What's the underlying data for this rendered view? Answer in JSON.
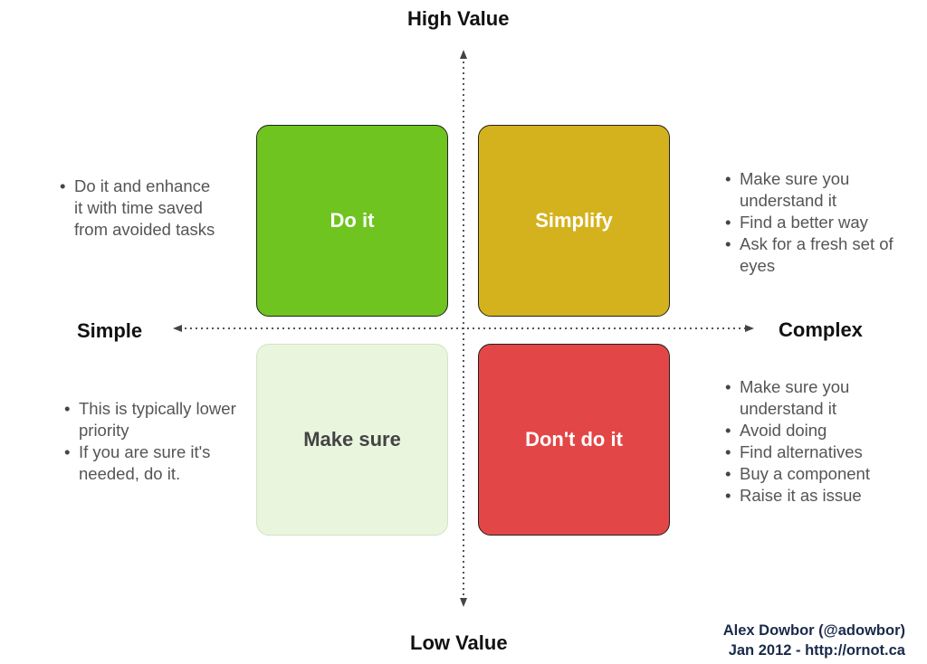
{
  "axes": {
    "top": "High Value",
    "bottom": "Low Value",
    "left": "Simple",
    "right": "Complex"
  },
  "quadrants": [
    {
      "label": "Do it",
      "color": "#6fc41f",
      "notes": [
        "Do it  and enhance it with time saved from avoided tasks"
      ]
    },
    {
      "label": "Simplify",
      "color": "#d4b21e",
      "notes": [
        "Make sure you understand it",
        "Find a better way",
        "Ask for a fresh set of eyes"
      ]
    },
    {
      "label": "Make sure",
      "color": "#eaf5de",
      "notes": [
        "This is typically lower priority",
        "If you are sure it's needed, do it."
      ]
    },
    {
      "label": "Don't do it",
      "color": "#e34646",
      "notes": [
        "Make sure you understand it",
        "Avoid doing",
        "Find alternatives",
        "Buy a component",
        "Raise it as issue"
      ]
    }
  ],
  "credit": {
    "line1": "Alex Dowbor (@adowbor)",
    "line2": "Jan 2012 - http://ornot.ca"
  }
}
